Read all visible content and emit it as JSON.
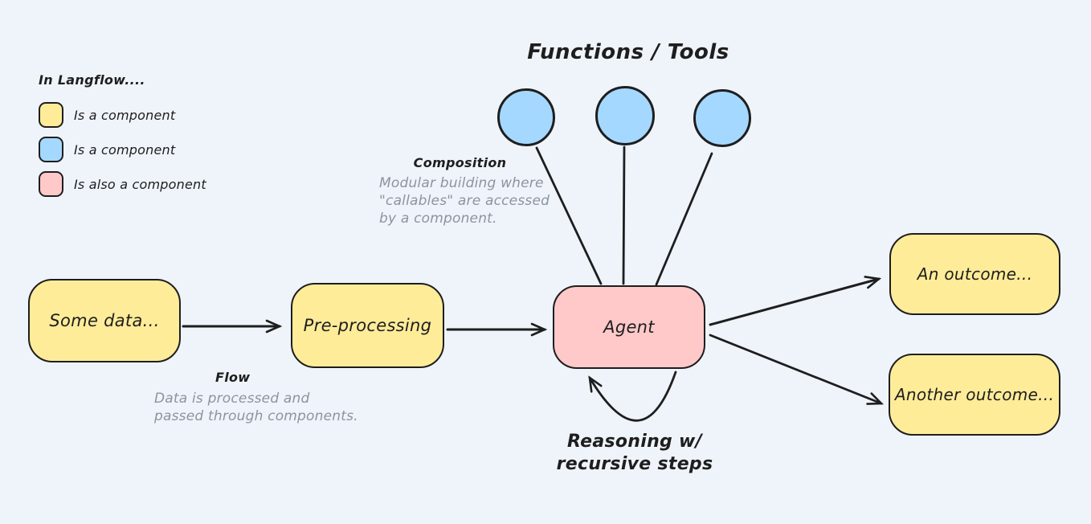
{
  "canvas": {
    "background": "#eff4fb",
    "stroke": "#1e1e1e",
    "muted_text": "#8d949c"
  },
  "legend": {
    "title": "In Langflow....",
    "items": [
      {
        "color": "#ffec99",
        "label": "Is a component"
      },
      {
        "color": "#a5d8ff",
        "label": "Is a component"
      },
      {
        "color": "#ffc9c9",
        "label": "Is also a component"
      }
    ]
  },
  "tools": {
    "title": "Functions / Tools",
    "count": 3,
    "circle_color": "#a5d8ff"
  },
  "nodes": {
    "some_data": {
      "label": "Some data...",
      "color": "#ffec99"
    },
    "pre_processing": {
      "label": "Pre-processing",
      "color": "#ffec99"
    },
    "agent": {
      "label": "Agent",
      "color": "#ffc9c9"
    },
    "outcome_1": {
      "label": "An outcome...",
      "color": "#ffec99"
    },
    "outcome_2": {
      "label": "Another outcome...",
      "color": "#ffec99"
    }
  },
  "annotations": {
    "composition": {
      "title": "Composition",
      "body": "Modular building where\n\"callables\" are accessed\nby a component."
    },
    "flow": {
      "title": "Flow",
      "body": "Data is processed and\npassed through components."
    },
    "reasoning": {
      "label": "Reasoning w/\nrecursive steps"
    }
  }
}
